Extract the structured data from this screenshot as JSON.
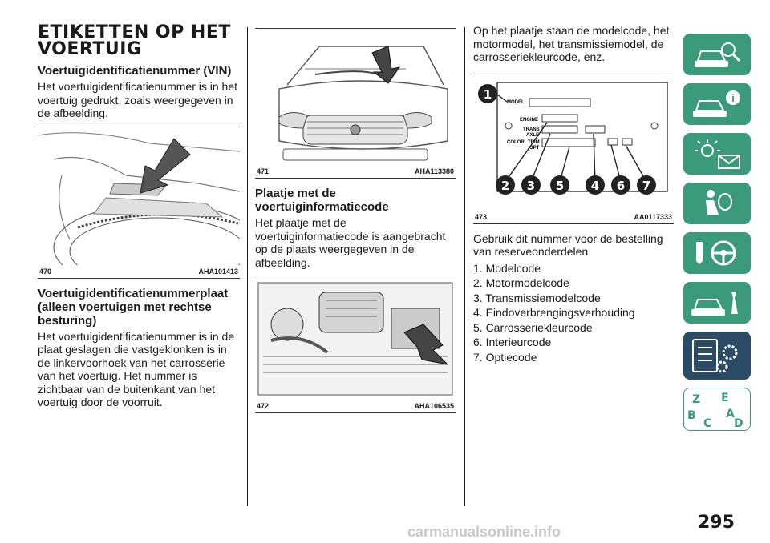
{
  "section": {
    "title_line1": "ETIKETTEN OP HET",
    "title_line2": "VOERTUIG"
  },
  "col1": {
    "h_vin": "Voertuigidentificatienummer (VIN)",
    "p_vin": "Het voertuigidentificatienummer is in het voertuig gedrukt, zoals weergegeven in de afbeelding.",
    "fig470": {
      "num": "470",
      "code": "AHA101413"
    },
    "h_plate": "Voertuigidentificatienummerplaat (alleen voertuigen met rechtse besturing)",
    "p_plate": "Het voertuigidentificatienummer is in de plaat geslagen die vastgeklonken is in de linkervoorhoek van het carrosserie van het voertuig. Het nummer is zichtbaar van de buitenkant van het voertuig door de voorruit."
  },
  "col2": {
    "fig471": {
      "num": "471",
      "code": "AHA113380"
    },
    "h_info": "Plaatje met de voertuiginformatiecode",
    "p_info": "Het plaatje met de voertuiginformatiecode is aangebracht op de plaats weergegeven in de afbeelding.",
    "fig472": {
      "num": "472",
      "code": "AHA106535"
    }
  },
  "col3": {
    "p_intro": "Op het plaatje staan de modelcode, het motormodel, het transmissiemodel, de carrosseriekleurcode, enz.",
    "fig473": {
      "num": "473",
      "code": "AA0117333",
      "labels": {
        "model": "MODEL",
        "engine": "ENGINE",
        "trans1": "TRANS",
        "trans2": "AXLE",
        "color": "COLOR",
        "trim": "TRIM",
        "opt": "OPT"
      },
      "callouts": [
        "1",
        "2",
        "3",
        "5",
        "4",
        "6",
        "7"
      ]
    },
    "p_use": "Gebruik dit nummer voor de bestelling van reserveonderdelen.",
    "list": [
      "1. Modelcode",
      "2. Motormodelcode",
      "3. Transmissiemodelcode",
      "4. Eindoverbrengingsverhouding",
      "5. Carrosseriekleurcode",
      "6. Interieurcode",
      "7. Optiecode"
    ]
  },
  "sidebar": {
    "tabs": [
      "car-search-icon",
      "car-info-icon",
      "warning-lights-icon",
      "airbag-person-icon",
      "steering-wheel-icon",
      "car-service-icon",
      "technical-data-icon",
      "alphabetical-index-icon"
    ],
    "accent": "#3b9a79",
    "active": "#2b4a66"
  },
  "page_number": "295",
  "watermark": "carmanualsonline.info"
}
